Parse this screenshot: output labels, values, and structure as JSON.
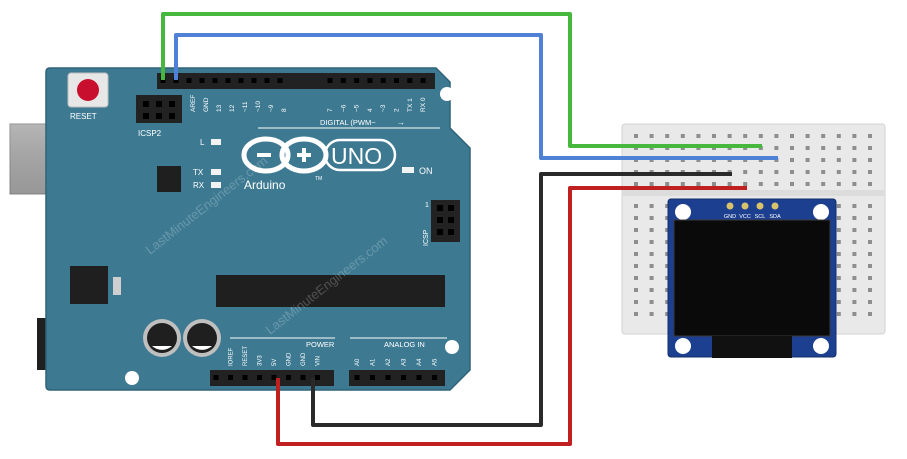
{
  "arduino": {
    "reset_label": "RESET",
    "icsp2_label": "ICSP2",
    "icsp_label": "ICSP",
    "icsp_pin1": "1",
    "brand": "Arduino",
    "model": "UNO",
    "on_label": "ON",
    "l_label": "L",
    "tx_label": "TX",
    "rx_label": "RX",
    "digital_label": "DIGITAL (PWM~",
    "digital_arrow": "→",
    "power_label": "POWER",
    "analog_label": "ANALOG IN",
    "tm_mark": "TM",
    "top_pins": [
      "AREF",
      "GND",
      "13",
      "12",
      "~11",
      "~10",
      "~9",
      "8",
      "7",
      "~6",
      "~5",
      "4",
      "~3",
      "2",
      "TX 1",
      "RX 0"
    ],
    "power_pins": [
      "IOREF",
      "RESET",
      "3V3",
      "5V",
      "GND",
      "GND",
      "VIN"
    ],
    "analog_pins": [
      "A0",
      "A1",
      "A2",
      "A3",
      "A4",
      "A5"
    ]
  },
  "oled": {
    "pins": [
      "GND",
      "VCC",
      "SCL",
      "SDA"
    ]
  },
  "watermark": "LastMinuteEngineers.com",
  "wires": [
    {
      "name": "SCL",
      "color": "#46b83e"
    },
    {
      "name": "SDA",
      "color": "#4f82d6"
    },
    {
      "name": "GND",
      "color": "#2a2a2a"
    },
    {
      "name": "VCC",
      "color": "#c02020"
    }
  ],
  "colors": {
    "board": "#3d7a92",
    "board_edge": "#2f6378",
    "header": "#222222",
    "breadboard": "#e9e9e9",
    "oled_pcb": "#1d3f8f",
    "oled_screen": "#0a0a0a"
  }
}
